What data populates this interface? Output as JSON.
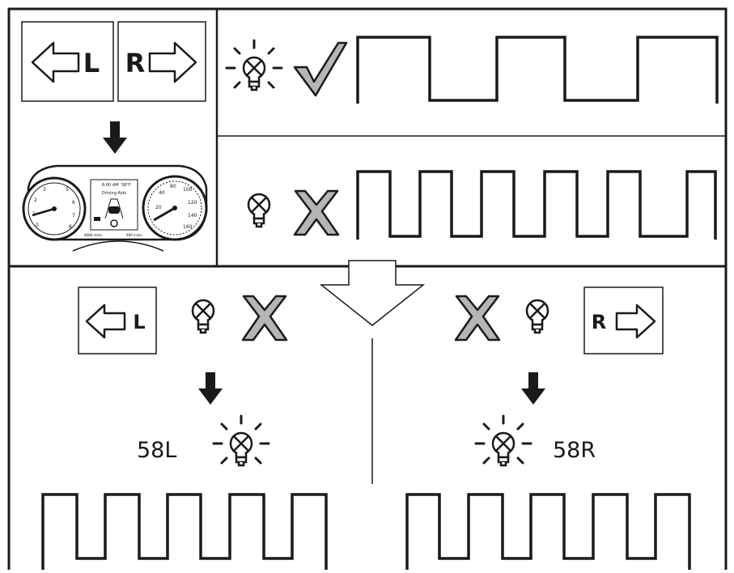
{
  "top_left": {
    "left_label": "L",
    "right_label": "R",
    "cluster": {
      "clock": "6:00 AM",
      "temp": "58°F",
      "center_text": "Driving Aids",
      "odo_left": "8888 miles",
      "odo_right": "999 miles"
    }
  },
  "rows": [
    {
      "status": "check",
      "pattern": "slow"
    },
    {
      "status": "cross",
      "pattern": "fast"
    }
  ],
  "bottom": {
    "left_button_label": "L",
    "right_button_label": "R",
    "left_code": "58L",
    "right_code": "58R"
  },
  "colors": {
    "ink": "#1a1a1a",
    "mark_fill": "#b5b5b5"
  }
}
